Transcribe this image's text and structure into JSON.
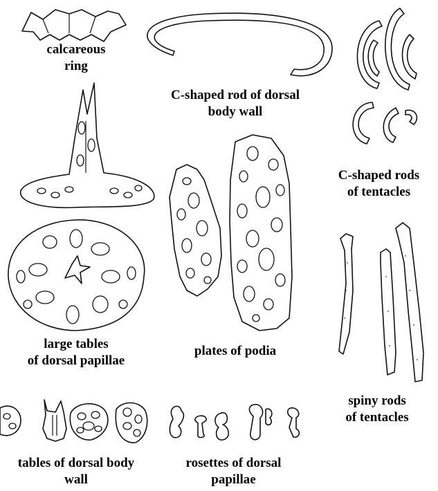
{
  "labels": {
    "calcareous_ring": [
      "calcareous",
      "ring"
    ],
    "c_rod_dorsal": [
      "C-shaped rod of dorsal",
      "body wall"
    ],
    "c_rods_tentacles": [
      "C-shaped rods",
      "of tentacles"
    ],
    "large_tables": [
      "large tables",
      "of dorsal papillae"
    ],
    "plates_podia": [
      "plates of podia"
    ],
    "spiny_rods": [
      "spiny rods",
      "of tentacles"
    ],
    "tables_body_wall": [
      "tables of dorsal body",
      "wall"
    ],
    "rosettes": [
      "rosettes of dorsal",
      "papillae"
    ]
  }
}
